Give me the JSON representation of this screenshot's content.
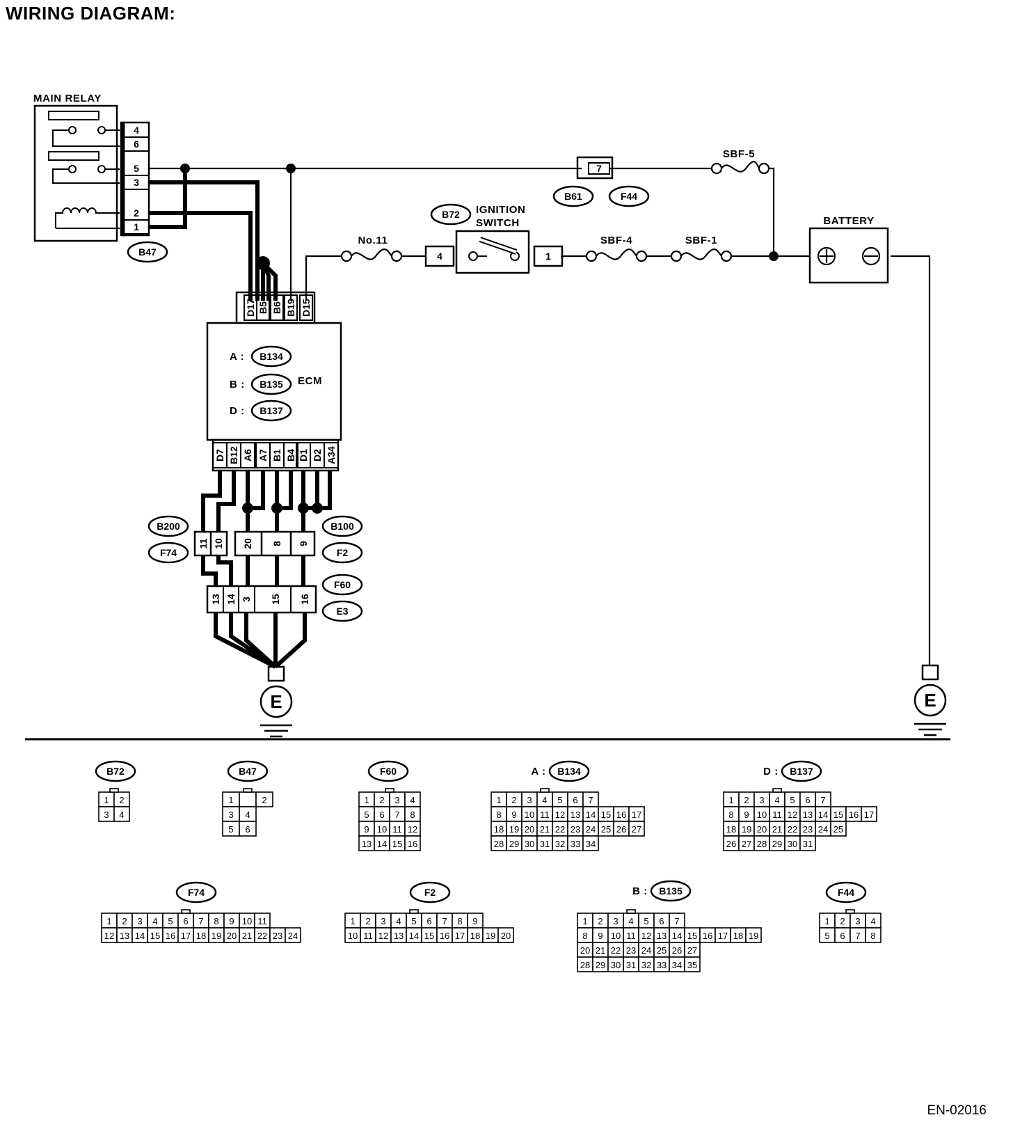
{
  "title": "WIRING DIAGRAM:",
  "footer_code": "EN-02016",
  "labels": {
    "main_relay": "MAIN RELAY",
    "ignition_switch_line1": "IGNITION",
    "ignition_switch_line2": "SWITCH",
    "battery": "BATTERY",
    "ecm": "ECM",
    "fuse_no11": "No.11",
    "sbf5": "SBF-5",
    "sbf4": "SBF-4",
    "sbf1": "SBF-1",
    "battery_plus": "⊕",
    "battery_minus": "⊖",
    "ground": "E"
  },
  "main_relay_pins": [
    "4",
    "6",
    "5",
    "3",
    "2",
    "1"
  ],
  "ecm": {
    "top_pins": [
      "D17",
      "B5",
      "B6",
      "B19",
      "D15"
    ],
    "bottom_pins": [
      "D7",
      "B12",
      "A6",
      "A7",
      "B1",
      "B4",
      "D1",
      "D2",
      "A34"
    ],
    "connectors": [
      {
        "prefix": "A :",
        "id": "B134"
      },
      {
        "prefix": "B :",
        "id": "B135"
      },
      {
        "prefix": "D :",
        "id": "B137"
      }
    ]
  },
  "connector_ids": {
    "main_relay": "B47",
    "ignition": "B72",
    "fuse_left": "B61",
    "fuse_right": "F44",
    "b200": "B200",
    "f74": "F74",
    "b100": "B100",
    "f2": "F2",
    "f60": "F60",
    "e3": "E3"
  },
  "pins": {
    "ign_in": "4",
    "ign_out": "1",
    "fuse7": "7",
    "b200_pins": [
      "11",
      "10"
    ],
    "b100_pins": [
      "20",
      "8",
      "9"
    ],
    "f60_pins": [
      "13",
      "14",
      "3",
      "15",
      "16"
    ]
  },
  "connector_faces": [
    {
      "prefix": "",
      "id": "B72",
      "rows": [
        [
          "1",
          "2"
        ],
        [
          "3",
          "4"
        ]
      ]
    },
    {
      "prefix": "",
      "id": "B47",
      "rows": [
        [
          "1",
          "",
          "2"
        ],
        [
          "3",
          "4"
        ],
        [
          "5",
          "6"
        ]
      ]
    },
    {
      "prefix": "",
      "id": "F60",
      "rows": [
        [
          "1",
          "2",
          "3",
          "4"
        ],
        [
          "5",
          "6",
          "7",
          "8"
        ],
        [
          "9",
          "10",
          "11",
          "12"
        ],
        [
          "13",
          "14",
          "15",
          "16"
        ]
      ]
    },
    {
      "prefix": "A :",
      "id": "B134",
      "rows": [
        [
          "1",
          "2",
          "3",
          "4",
          "5",
          "6",
          "7"
        ],
        [
          "8",
          "9",
          "10",
          "11",
          "12",
          "13",
          "14",
          "15",
          "16",
          "17"
        ],
        [
          "18",
          "19",
          "20",
          "21",
          "22",
          "23",
          "24",
          "25",
          "26",
          "27"
        ],
        [
          "28",
          "29",
          "30",
          "31",
          "32",
          "33",
          "34"
        ]
      ]
    },
    {
      "prefix": "D :",
      "id": "B137",
      "rows": [
        [
          "1",
          "2",
          "3",
          "4",
          "5",
          "6",
          "7"
        ],
        [
          "8",
          "9",
          "10",
          "11",
          "12",
          "13",
          "14",
          "15",
          "16",
          "17"
        ],
        [
          "18",
          "19",
          "20",
          "21",
          "22",
          "23",
          "24",
          "25"
        ],
        [
          "26",
          "27",
          "28",
          "29",
          "30",
          "31"
        ]
      ]
    },
    {
      "prefix": "",
      "id": "F74",
      "rows": [
        [
          "1",
          "2",
          "3",
          "4",
          "5",
          "6",
          "7",
          "8",
          "9",
          "10",
          "11"
        ],
        [
          "12",
          "13",
          "14",
          "15",
          "16",
          "17",
          "18",
          "19",
          "20",
          "21",
          "22",
          "23",
          "24"
        ]
      ]
    },
    {
      "prefix": "",
      "id": "F2",
      "rows": [
        [
          "1",
          "2",
          "3",
          "4",
          "5",
          "6",
          "7",
          "8",
          "9"
        ],
        [
          "10",
          "11",
          "12",
          "13",
          "14",
          "15",
          "16",
          "17",
          "18",
          "19",
          "20"
        ]
      ]
    },
    {
      "prefix": "B :",
      "id": "B135",
      "rows": [
        [
          "1",
          "2",
          "3",
          "4",
          "5",
          "6",
          "7"
        ],
        [
          "8",
          "9",
          "10",
          "11",
          "12",
          "13",
          "14",
          "15",
          "16",
          "17",
          "18",
          "19"
        ],
        [
          "20",
          "21",
          "22",
          "23",
          "24",
          "25",
          "26",
          "27"
        ],
        [
          "28",
          "29",
          "30",
          "31",
          "32",
          "33",
          "34",
          "35"
        ]
      ]
    },
    {
      "prefix": "",
      "id": "F44",
      "rows": [
        [
          "1",
          "2",
          "3",
          "4"
        ],
        [
          "5",
          "6",
          "7",
          "8"
        ]
      ]
    }
  ]
}
